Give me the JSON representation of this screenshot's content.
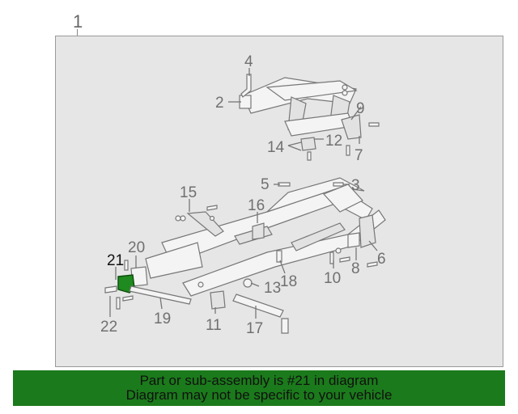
{
  "assembly_number": "1",
  "highlighted_part": "21",
  "callouts": [
    "2",
    "3",
    "4",
    "5",
    "6",
    "7",
    "8",
    "9",
    "10",
    "11",
    "12",
    "13",
    "14",
    "15",
    "16",
    "17",
    "18",
    "19",
    "20",
    "21",
    "22"
  ],
  "banner": {
    "line1": "Part or sub-assembly is #21 in diagram",
    "line2": "Diagram may not be specific to your vehicle"
  },
  "colors": {
    "frame_background": "#e6e6e6",
    "banner_background": "#1b7a1b",
    "highlight_part": "#1f8a1f"
  }
}
